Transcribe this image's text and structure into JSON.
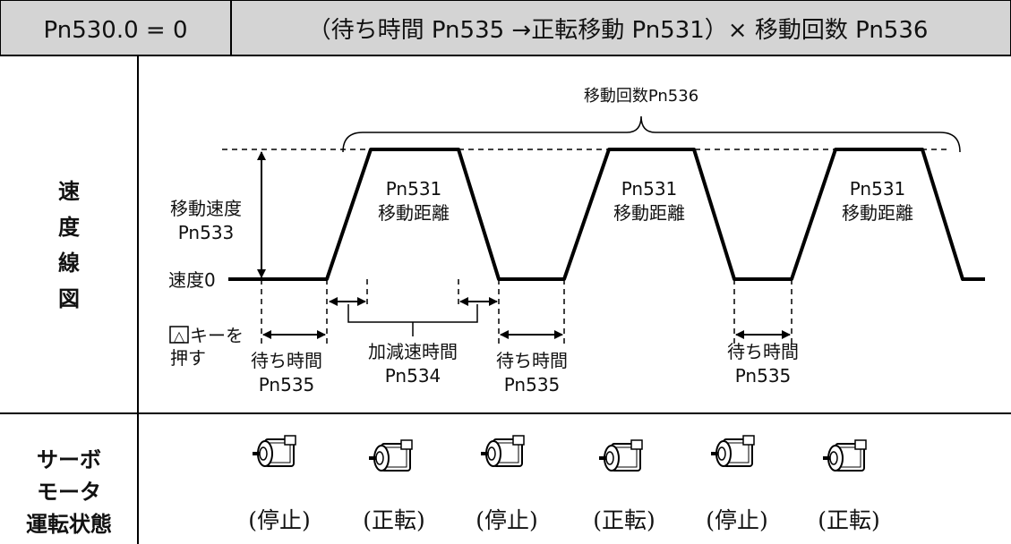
{
  "header": {
    "left": "Pn530.0 = 0",
    "right": "（待ち時間 Pn535 →正転移動 Pn531）× 移動回数 Pn536"
  },
  "rows": {
    "speed_label": [
      "速",
      "度",
      "線",
      "図"
    ],
    "motor_label": [
      "サーボ",
      "モータ",
      "運転状態"
    ]
  },
  "diagram": {
    "move_count": "移動回数Pn536",
    "move_speed": [
      "移動速度",
      "Pn533"
    ],
    "speed_zero": "速度0",
    "segments": [
      {
        "line1": "Pn531",
        "line2": "移動距離"
      },
      {
        "line1": "Pn531",
        "line2": "移動距離"
      },
      {
        "line1": "Pn531",
        "line2": "移動距離"
      }
    ],
    "key_press": [
      "キーを",
      "押す"
    ],
    "key_symbol": "△",
    "wait_times": [
      {
        "line1": "待ち時間",
        "line2": "Pn535"
      },
      {
        "line1": "待ち時間",
        "line2": "Pn535"
      },
      {
        "line1": "待ち時間",
        "line2": "Pn535"
      }
    ],
    "accel": {
      "line1": "加減速時間",
      "line2": "Pn534"
    }
  },
  "motor_states": [
    "(停止)",
    "(正転)",
    "(停止)",
    "(正転)",
    "(停止)",
    "(正転)"
  ],
  "colors": {
    "header_bg": "#d4d4d4",
    "line": "#000000"
  }
}
